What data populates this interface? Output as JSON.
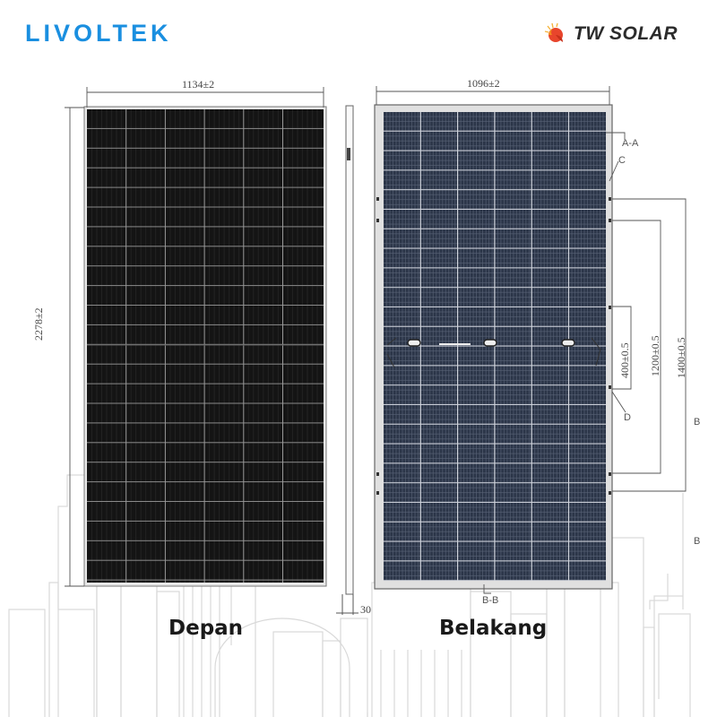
{
  "header": {
    "left_brand": "LIVOLTEK",
    "right_brand": "TW SOLAR",
    "left_brand_color": "#1a8fe0"
  },
  "front_view": {
    "caption": "Depan",
    "width_dim": "1134±2",
    "height_dim": "2278±2",
    "columns": 6,
    "rows": 24
  },
  "side_view": {
    "thickness_dim": "30"
  },
  "rear_view": {
    "caption": "Belakang",
    "width_dim": "1096±2",
    "section_labels": [
      "A-A",
      "B-B",
      "C",
      "D",
      "B",
      "B"
    ],
    "mounting_dims": [
      "400±0.5",
      "1200±0.5",
      "1400±0.5"
    ],
    "columns": 6,
    "rows": 24
  }
}
